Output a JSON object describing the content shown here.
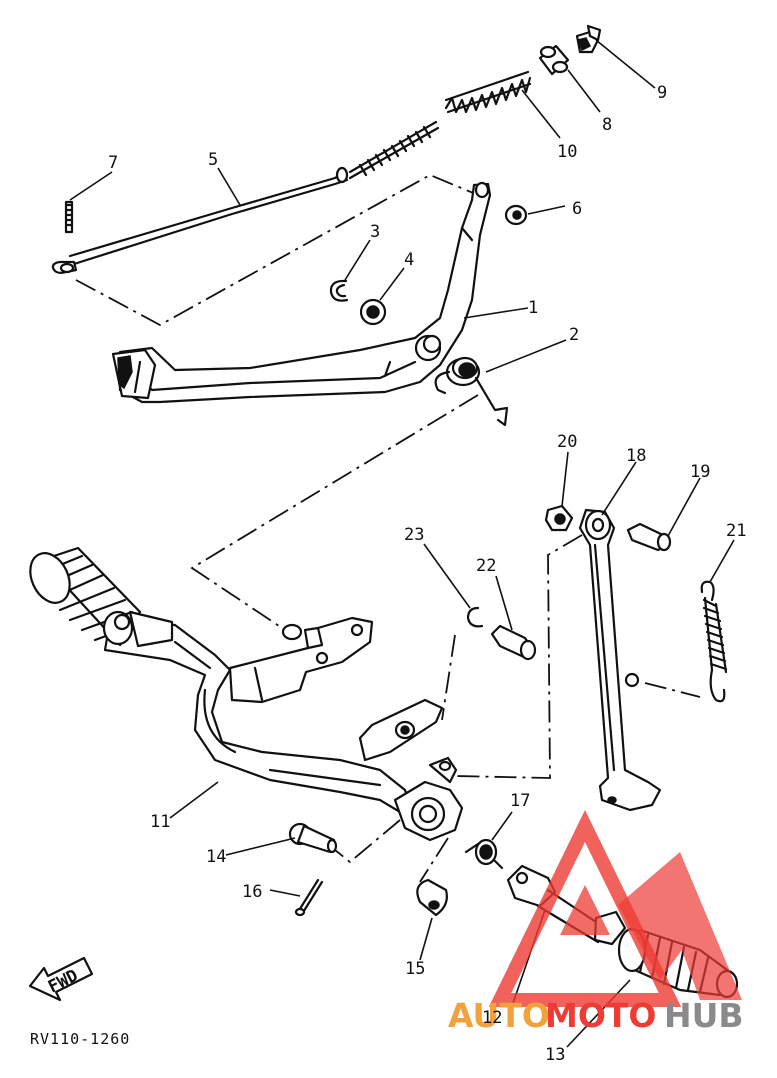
{
  "diagram": {
    "callouts": {
      "p1": "1",
      "p2": "2",
      "p3": "3",
      "p4": "4",
      "p5": "5",
      "p6": "6",
      "p7": "7",
      "p8": "8",
      "p9": "9",
      "p10": "10",
      "p11": "11",
      "p12": "12",
      "p13": "13",
      "p14": "14",
      "p15": "15",
      "p16": "16",
      "p17": "17",
      "p18": "18",
      "p19": "19",
      "p20": "20",
      "p21": "21",
      "p22": "22",
      "p23": "23"
    },
    "direction_arrow": "FWD",
    "drawing_code": "RV110-1260"
  },
  "watermark": {
    "part1": "AUTO",
    "part2": "MOTO",
    "part3": "HUB",
    "colors": {
      "auto": "#f2a23c",
      "moto": "#ee3b34",
      "hub": "#8a8a8a",
      "triangle": "#ee3b34"
    }
  }
}
